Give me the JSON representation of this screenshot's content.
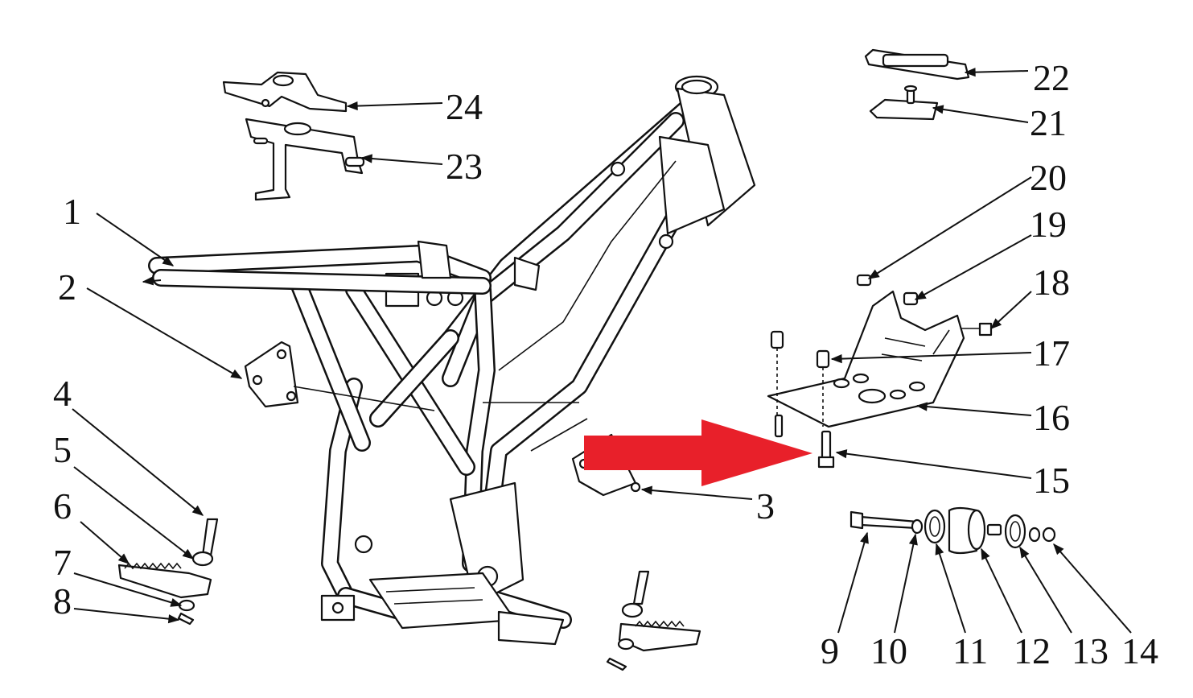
{
  "diagram": {
    "parts": [
      {
        "id": "1",
        "label": "1"
      },
      {
        "id": "2",
        "label": "2"
      },
      {
        "id": "3",
        "label": "3"
      },
      {
        "id": "4",
        "label": "4"
      },
      {
        "id": "5",
        "label": "5"
      },
      {
        "id": "6",
        "label": "6"
      },
      {
        "id": "7",
        "label": "7"
      },
      {
        "id": "8",
        "label": "8"
      },
      {
        "id": "9",
        "label": "9"
      },
      {
        "id": "10",
        "label": "10"
      },
      {
        "id": "11",
        "label": "11"
      },
      {
        "id": "12",
        "label": "12"
      },
      {
        "id": "13",
        "label": "13"
      },
      {
        "id": "14",
        "label": "14"
      },
      {
        "id": "15",
        "label": "15"
      },
      {
        "id": "16",
        "label": "16"
      },
      {
        "id": "17",
        "label": "17"
      },
      {
        "id": "18",
        "label": "18"
      },
      {
        "id": "19",
        "label": "19"
      },
      {
        "id": "20",
        "label": "20"
      },
      {
        "id": "21",
        "label": "21"
      },
      {
        "id": "22",
        "label": "22"
      },
      {
        "id": "23",
        "label": "23"
      },
      {
        "id": "24",
        "label": "24"
      }
    ],
    "highlight_arrow_color": "#e8202a",
    "line_color": "#111111"
  }
}
